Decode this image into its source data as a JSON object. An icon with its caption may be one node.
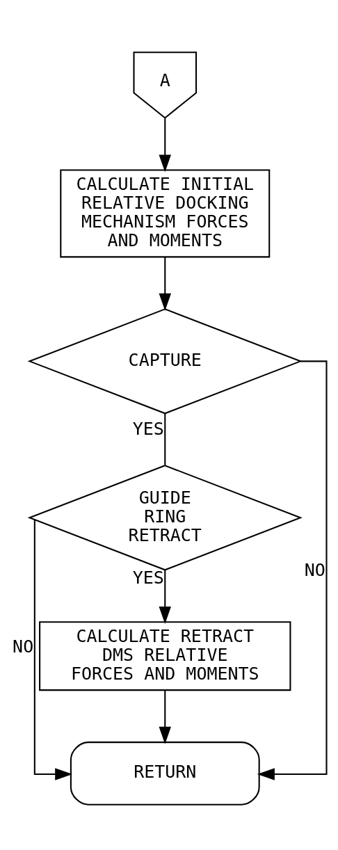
{
  "diagram": {
    "nodes": [
      {
        "text": [
          "A"
        ]
      },
      {
        "text": [
          "CALCULATE INITIAL RELATIVE DOCKING MECHANISM FORCES AND MOMENTS"
        ]
      },
      {
        "text": [
          "CAPTURE"
        ]
      },
      {
        "text": [
          "GUIDE RING RETRACT"
        ]
      },
      {
        "text": [
          "CALCULATE RETRACT DMS RELATIVE FORCES AND MOMENTS"
        ]
      },
      {
        "text": [
          "RETURN"
        ]
      }
    ],
    "edges": [
      {
        "from": 0,
        "to": 1,
        "arrow": "to"
      },
      {
        "from": 1,
        "to": 2,
        "arrow": "to"
      },
      {
        "from": 2,
        "to": 3,
        "label": "YES",
        "arrow": "none"
      },
      {
        "from": 3,
        "to": 4,
        "label": "YES",
        "arrow": "to"
      },
      {
        "from": 4,
        "to": 5,
        "arrow": "to"
      },
      {
        "from": 2,
        "to": 5,
        "label": "NO",
        "arrow": "to"
      },
      {
        "from": 3,
        "to": 5,
        "label": "NO",
        "arrow": "to"
      }
    ]
  }
}
